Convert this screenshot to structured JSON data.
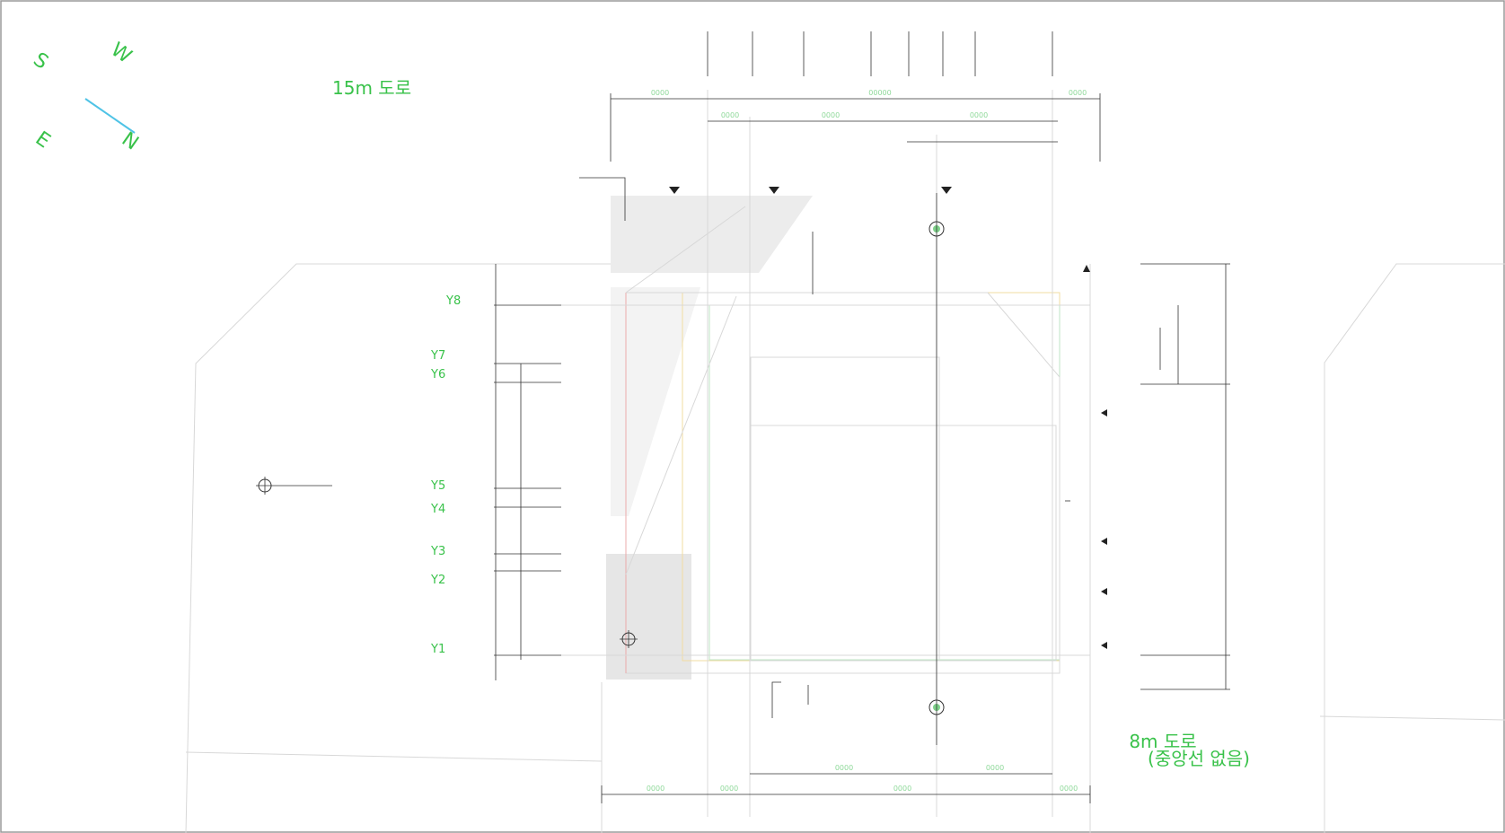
{
  "labels": {
    "road_north": "15m 도로",
    "road_east_line1": "8m 도로",
    "road_east_line2": "(중앙선 없음)"
  },
  "compass": {
    "north": "N",
    "south": "S",
    "east": "E",
    "west": "W"
  },
  "grid_y": [
    "Y1",
    "Y2",
    "Y3",
    "Y4",
    "Y5",
    "Y6",
    "Y7",
    "Y8"
  ],
  "colors": {
    "annotation": "#39c24a",
    "compass_needle": "#4fc3e6",
    "linework": "#333333"
  }
}
